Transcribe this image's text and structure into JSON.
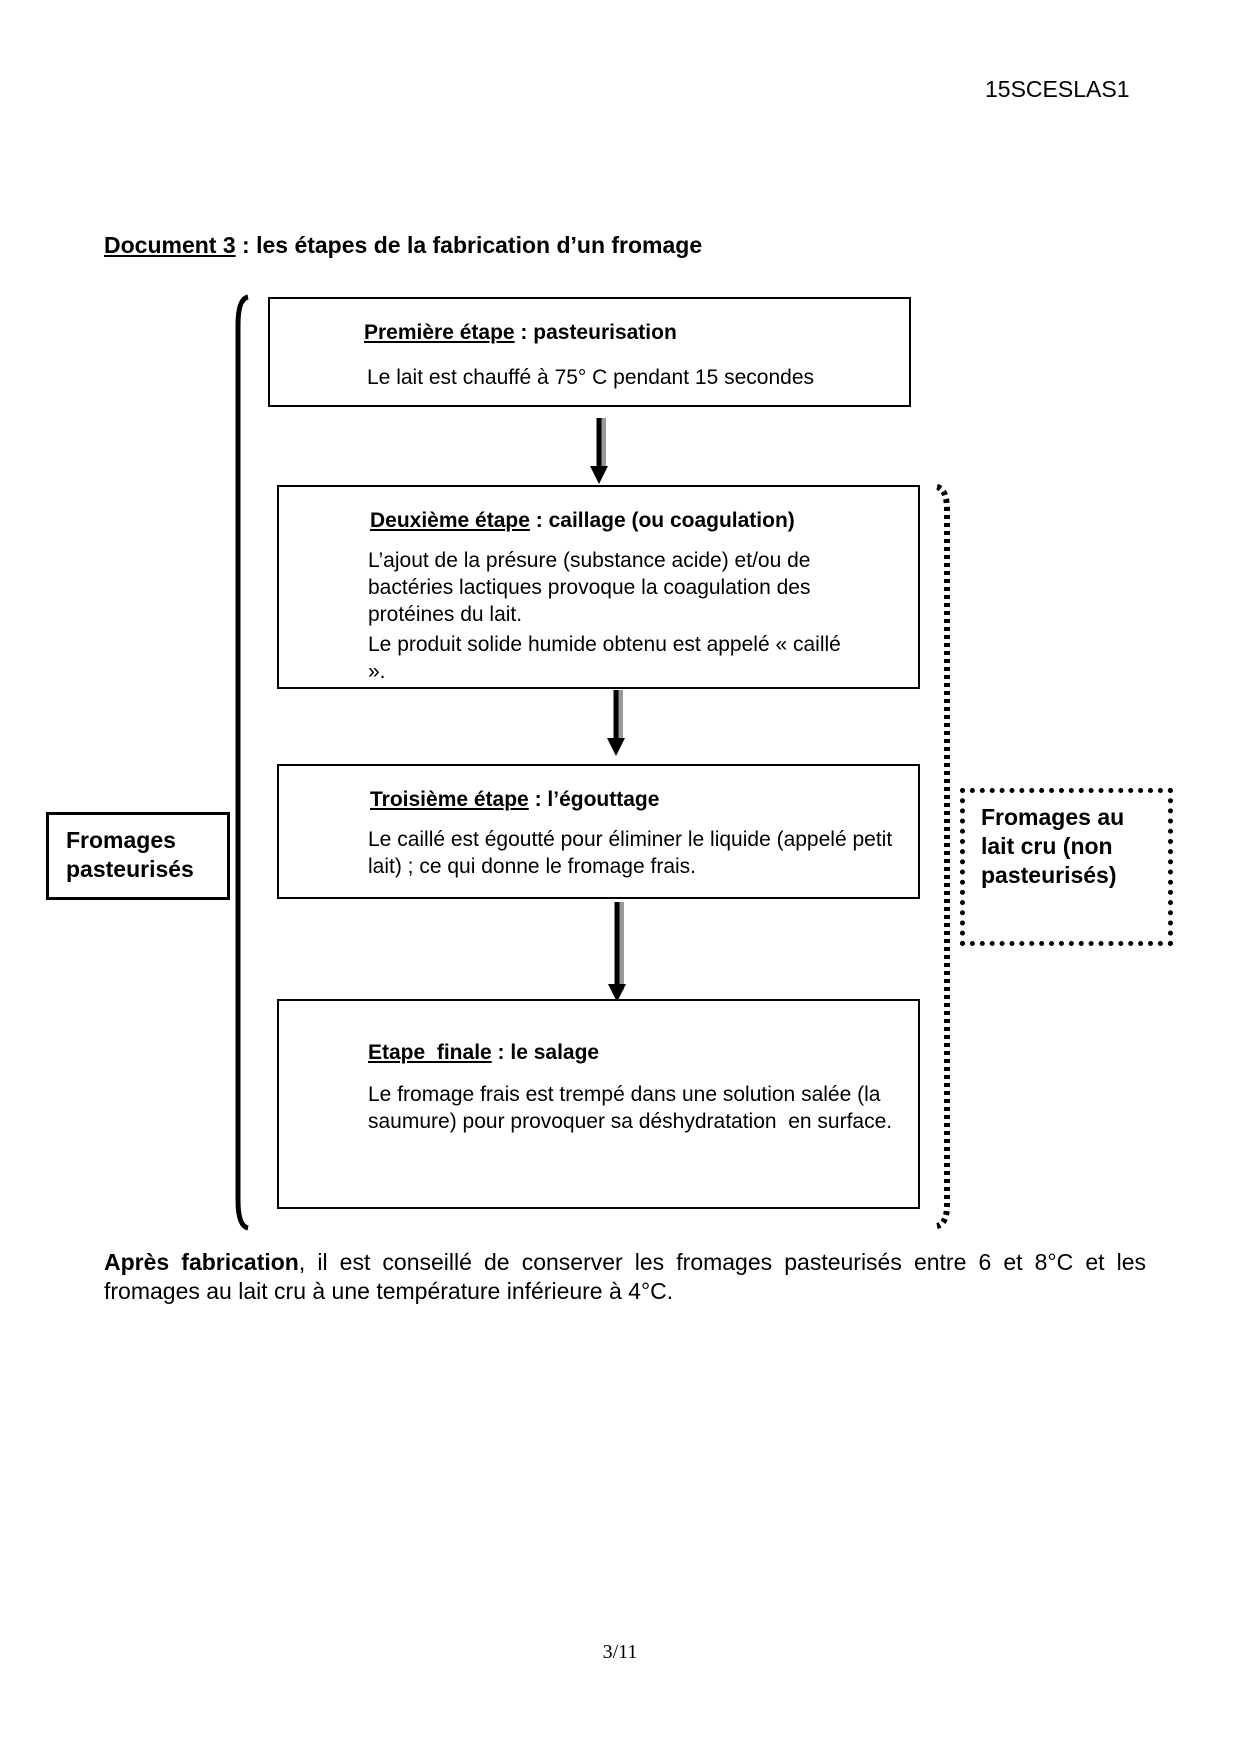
{
  "header": {
    "code": "15SCESLAS1"
  },
  "document": {
    "label": "Document 3",
    "title_rest": " : les étapes de la fabrication d’un fromage"
  },
  "steps": [
    {
      "name": "Première étape",
      "title_rest": " : pasteurisation",
      "lines": [
        "Le lait est chauffé à 75° C pendant 15 secondes"
      ]
    },
    {
      "name": "Deuxième étape",
      "title_rest": " : caillage (ou coagulation)",
      "lines": [
        "L’ajout de la présure (substance acide) et/ou de bactéries lactiques provoque la coagulation des protéines du lait.",
        "Le produit solide humide obtenu est appelé « caillé »."
      ]
    },
    {
      "name": "Troisième étape",
      "title_rest": " : l’égouttage",
      "lines": [
        "Le caillé est égoutté pour éliminer le liquide (appelé petit lait) ; ce qui donne le fromage frais."
      ]
    },
    {
      "name": "Etape  finale",
      "title_rest": " : le salage",
      "lines": [
        "Le fromage frais est trempé dans une solution salée (la saumure) pour provoquer sa déshydratation  en surface."
      ]
    }
  ],
  "labels": {
    "pasteurized": "Fromages pasteurisés",
    "raw_milk": "Fromages au lait cru (non pasteurisés)"
  },
  "conclusion": {
    "bold": "Après fabrication",
    "text": ", il est conseillé de conserver les fromages pasteurisés entre 6 et 8°C et les fromages au lait cru à une température inférieure à 4°C."
  },
  "footer": {
    "page": "3/11"
  }
}
